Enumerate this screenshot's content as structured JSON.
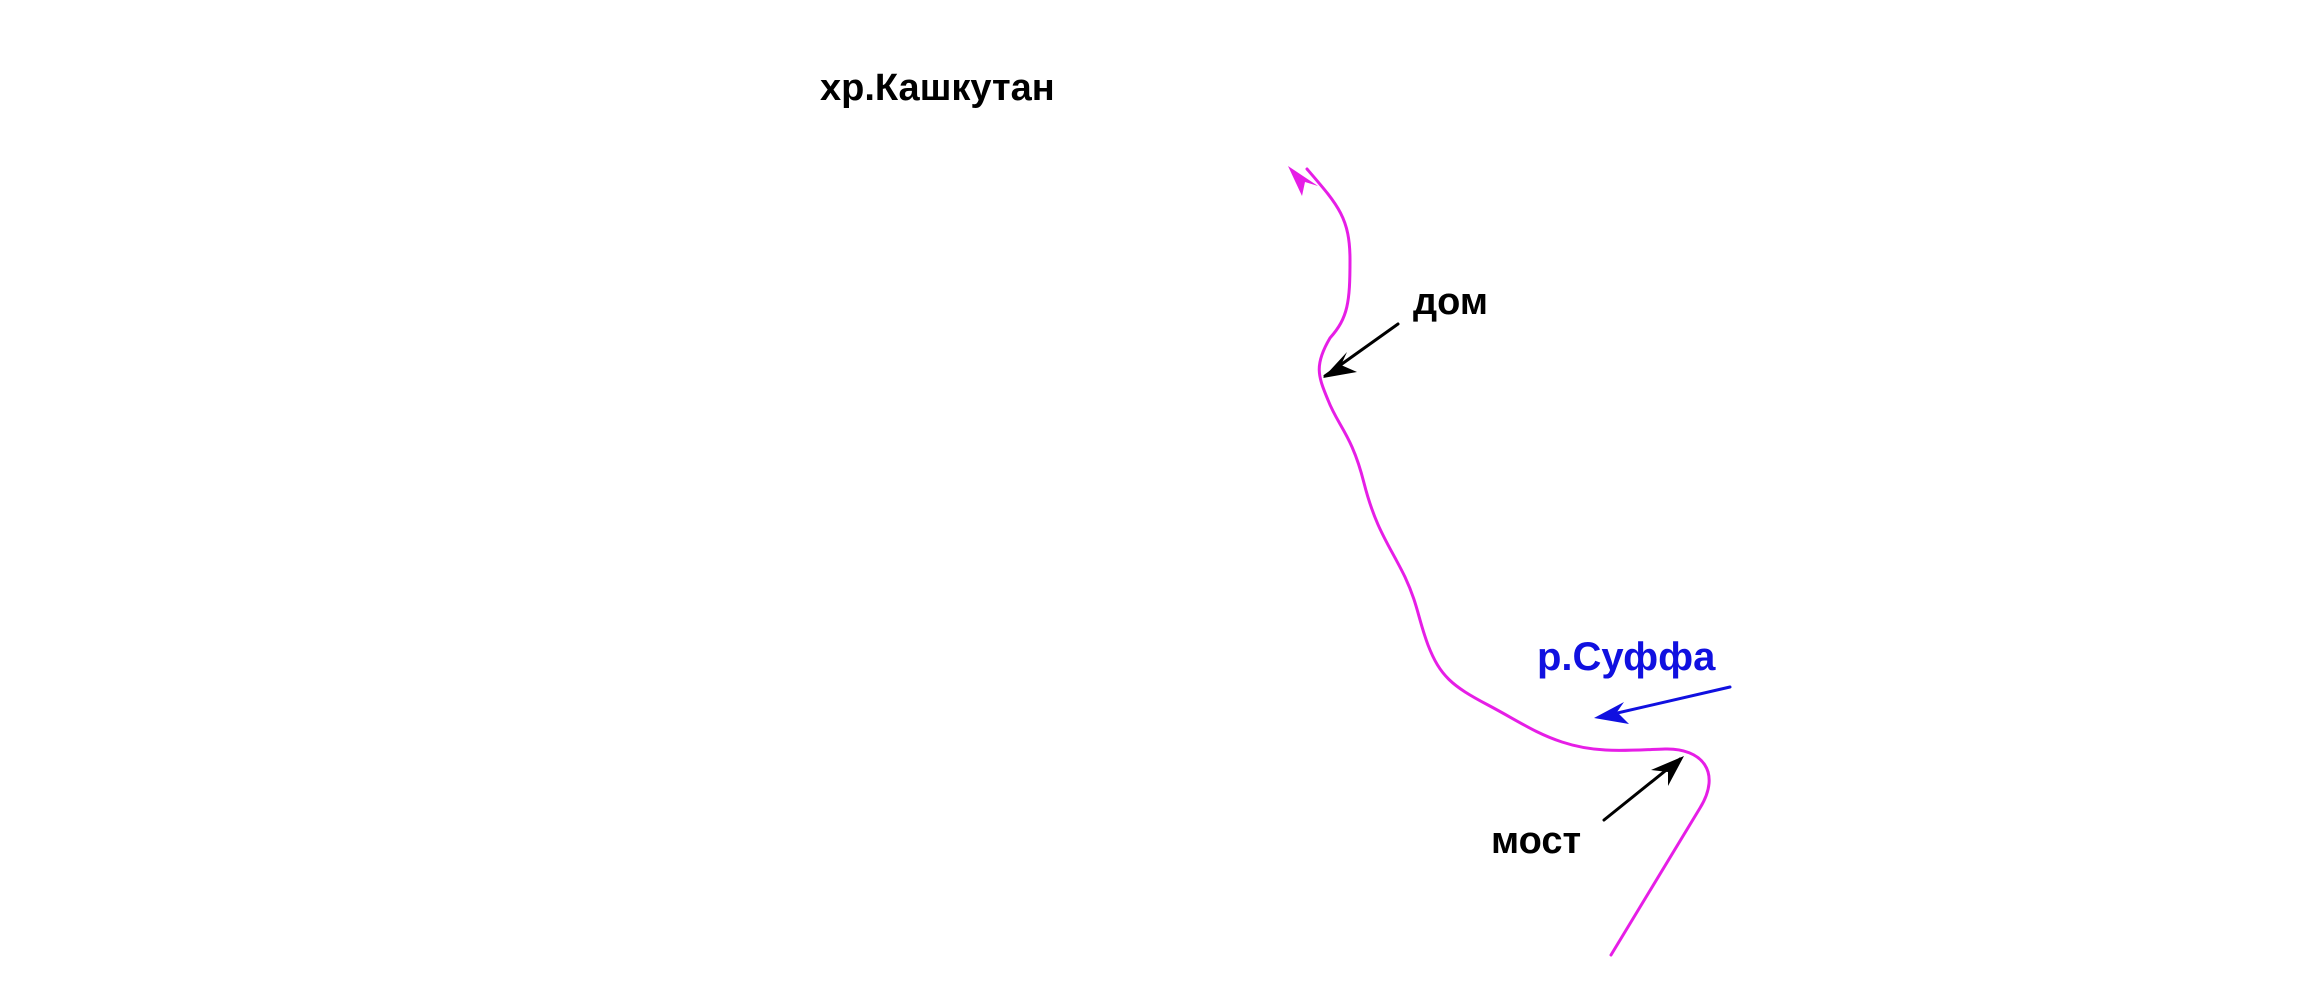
{
  "labels": {
    "ridge": "хр.Кашкутан",
    "house": "дом",
    "river": "р.Суффа",
    "bridge": "мост"
  },
  "colors": {
    "route": "#e61ee6",
    "river": "#1010e0",
    "pointer": "#000000",
    "text": "#000000",
    "background": "#ffffff"
  }
}
